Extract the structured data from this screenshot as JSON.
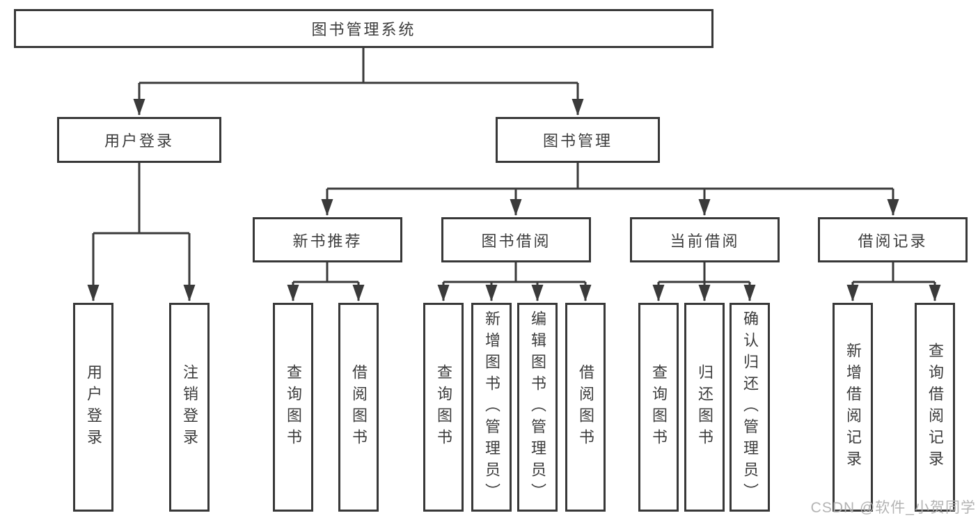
{
  "diagram_title": "图书管理系统",
  "colors": {
    "line": "#3a3a3a",
    "text": "#3c3c3c",
    "background": "#ffffff",
    "watermark": "#b0b0b0"
  },
  "tree": {
    "label": "图书管理系统",
    "children": [
      {
        "label": "用户登录",
        "children": [
          {
            "label": "用户登录"
          },
          {
            "label": "注销登录"
          }
        ]
      },
      {
        "label": "图书管理",
        "children": [
          {
            "label": "新书推荐",
            "children": [
              {
                "label": "查询图书"
              },
              {
                "label": "借阅图书"
              }
            ]
          },
          {
            "label": "图书借阅",
            "children": [
              {
                "label": "查询图书"
              },
              {
                "label": "新增图书（管理员）"
              },
              {
                "label": "编辑图书（管理员）"
              },
              {
                "label": "借阅图书"
              }
            ]
          },
          {
            "label": "当前借阅",
            "children": [
              {
                "label": "查询图书"
              },
              {
                "label": "归还图书"
              },
              {
                "label": "确认归还（管理员）"
              }
            ]
          },
          {
            "label": "借阅记录",
            "children": [
              {
                "label": "新增借阅记录"
              },
              {
                "label": "查询借阅记录"
              }
            ]
          }
        ]
      }
    ]
  },
  "watermark": {
    "text": "CSDN @软件_小贺同学"
  }
}
